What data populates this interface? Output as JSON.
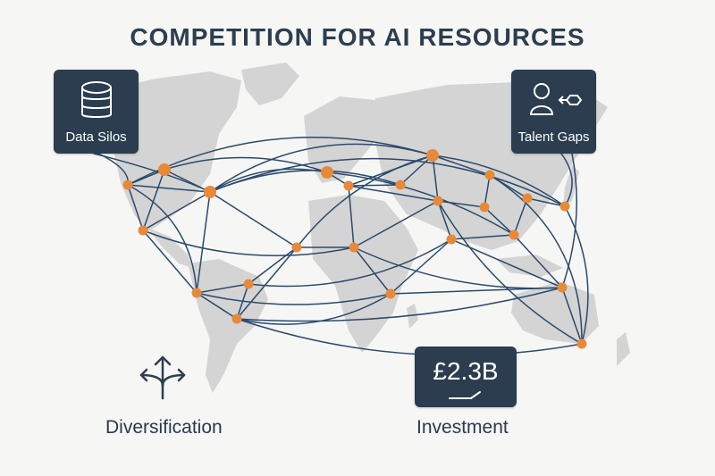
{
  "title": "COMPETITION FOR AI RESOURCES",
  "cards": {
    "data_silos": {
      "label": "Data Silos",
      "icon": "database-icon"
    },
    "talent_gaps": {
      "label": "Talent Gaps",
      "icon": "person-key-icon"
    },
    "investment": {
      "amount": "£2.3B",
      "icon": "trend-line-icon"
    }
  },
  "captions": {
    "diversification": "Diversification",
    "investment": "Investment"
  },
  "icons": {
    "diversification": "diverging-arrows-icon"
  },
  "colors": {
    "land": "#d4d4d4",
    "line": "#2a4a6b",
    "node": "#e8893a",
    "card": "#2b3d4f",
    "text": "#283a4d"
  }
}
